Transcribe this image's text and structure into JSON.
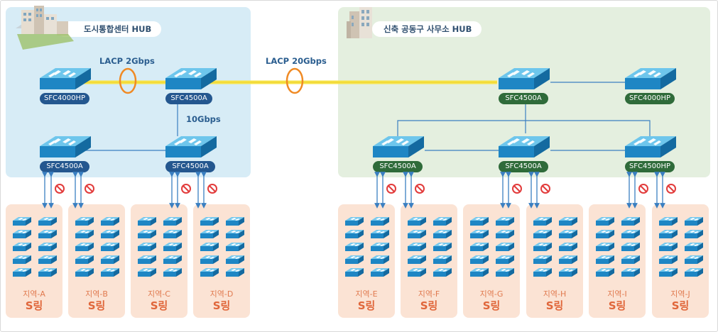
{
  "hubs": {
    "left": {
      "title": "도시통합센터 HUB"
    },
    "right": {
      "title": "신축 공동구 사무소 HUB"
    }
  },
  "links": {
    "lacp_2g": "LACP 2Gbps",
    "lacp_20g": "LACP 20Gbps",
    "ten_g": "10Gbps"
  },
  "switches": {
    "left_core_a": "SFC4000HP",
    "left_core_b": "SFC4500A",
    "left_access_a": "SFC4500A",
    "left_access_b": "SFC4500A",
    "right_core": "SFC4500A",
    "right_side": "SFC4000HP",
    "right_access_a": "SFC4500A",
    "right_access_b": "SFC4500A",
    "right_access_c": "SFC4500HP"
  },
  "regions": [
    {
      "name": "지역-A",
      "ring": "S링"
    },
    {
      "name": "지역-B",
      "ring": "S링"
    },
    {
      "name": "지역-C",
      "ring": "S링"
    },
    {
      "name": "지역-D",
      "ring": "S링"
    },
    {
      "name": "지역-E",
      "ring": "S링"
    },
    {
      "name": "지역-F",
      "ring": "S링"
    },
    {
      "name": "지역-G",
      "ring": "S링"
    },
    {
      "name": "지역-H",
      "ring": "S링"
    },
    {
      "name": "지역-I",
      "ring": "S링"
    },
    {
      "name": "지역-J",
      "ring": "S링"
    }
  ],
  "colors": {
    "left_panel": "#d7ecf6",
    "right_panel": "#e4efdf",
    "region_bg": "#fbe3d4",
    "lacp_link": "#f7e44a",
    "lacp_ring": "#f08a24",
    "switch_top": "#5bb7e3",
    "label_blue": "#24578f",
    "label_green": "#2f6b3a",
    "block_icon": "#e23b3b"
  },
  "icons": {
    "left_hub": "city-buildings-icon",
    "right_hub": "office-building-icon",
    "switch": "network-switch-icon",
    "blocked": "no-entry-icon",
    "link": "bidirectional-arrow-icon"
  }
}
